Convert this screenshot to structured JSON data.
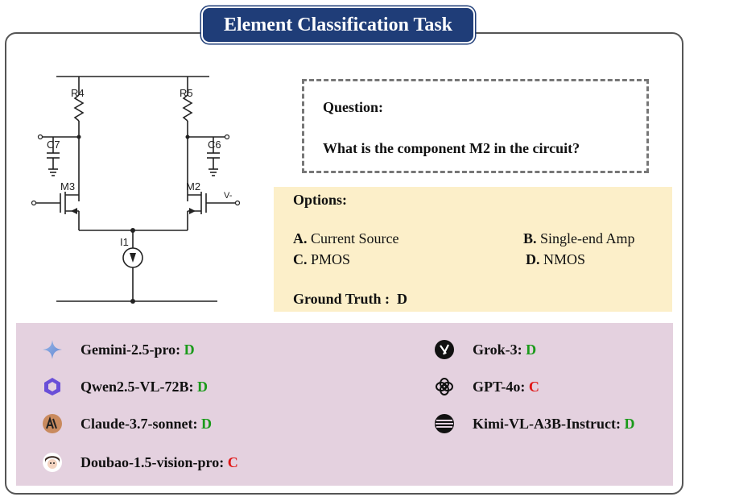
{
  "title": "Element Classification Task",
  "circuit": {
    "labels": {
      "r4": "R4",
      "r5": "R5",
      "c7": "C7",
      "c6": "C6",
      "m3": "M3",
      "m2": "M2",
      "i1": "I1",
      "vminus": "V-"
    }
  },
  "question": {
    "label": "Question:",
    "text": "What is the component M2 in the circuit?"
  },
  "options": {
    "title": "Options:",
    "a": {
      "letter": "A.",
      "text": "Current Source"
    },
    "b": {
      "letter": "B.",
      "text": "Single-end Amp"
    },
    "c": {
      "letter": "C.",
      "text": "PMOS"
    },
    "d": {
      "letter": "D.",
      "text": "NMOS"
    },
    "ground_truth_label": "Ground Truth :",
    "ground_truth_value": "D"
  },
  "models": [
    {
      "name": "Gemini-2.5-pro:",
      "answer": "D",
      "correct": true,
      "icon": "gemini-icon"
    },
    {
      "name": "Qwen2.5-VL-72B:",
      "answer": "D",
      "correct": true,
      "icon": "qwen-icon"
    },
    {
      "name": "Claude-3.7-sonnet:",
      "answer": "D",
      "correct": true,
      "icon": "claude-icon"
    },
    {
      "name": "Doubao-1.5-vision-pro:",
      "answer": "C",
      "correct": false,
      "icon": "doubao-icon"
    },
    {
      "name": "Grok-3:",
      "answer": "D",
      "correct": true,
      "icon": "grok-icon"
    },
    {
      "name": "GPT-4o:",
      "answer": "C",
      "correct": false,
      "icon": "openai-icon"
    },
    {
      "name": "Kimi-VL-A3B-Instruct:",
      "answer": "D",
      "correct": true,
      "icon": "kimi-icon"
    }
  ],
  "colors": {
    "correct": "#1a9a1a",
    "wrong": "#e01616",
    "banner": "#1f3d78",
    "options_bg": "#fcefc9",
    "models_bg": "#e4d1df"
  }
}
